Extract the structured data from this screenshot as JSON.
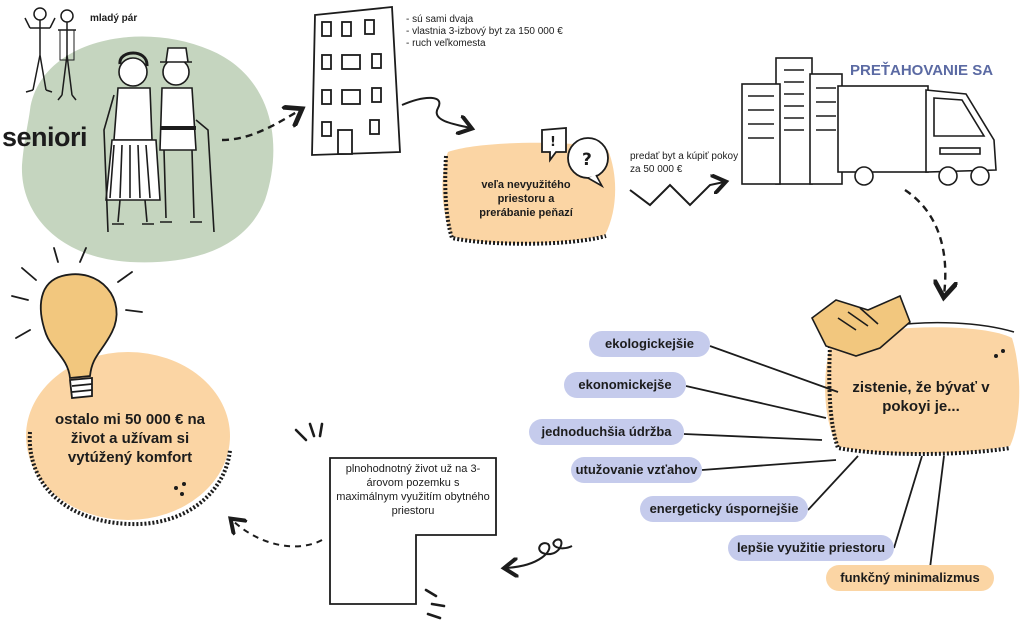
{
  "labels": {
    "young_couple": "mladý pár",
    "seniors": "seniori",
    "moving": "PREŤAHOVANIE SA",
    "problem": "veľa nevyužitého priestoru a prerábanie peňazí",
    "sell_buy": "predať byt a kúpiť pokoy za 50 000 €",
    "finding": "zistenie, že bývať v pokoyi je...",
    "full_life": "plnohodnotný život už na 3-árovom pozemku s maximálnym využitím obytného priestoru",
    "result": "ostalo mi 50 000 € na život a užívam si vytúžený komfort"
  },
  "notes": [
    "- sú sami dvaja",
    "- vlastnia 3-izbový byt za 150 000 €",
    "- ruch veľkomesta"
  ],
  "benefits": [
    "ekologickejšie",
    "ekonomickejše",
    "jednoduchšia údržba",
    "utužovanie vzťahov",
    "energeticky úspornejšie",
    "lepšie využitie priestoru",
    "funkčný minimalizmus"
  ],
  "colors": {
    "peach": "#fbd5a4",
    "blue_pill": "#c5cbec",
    "sage": "#c5d5bf",
    "title_blue": "#5b6aa3",
    "ink": "#1c1c1c"
  }
}
